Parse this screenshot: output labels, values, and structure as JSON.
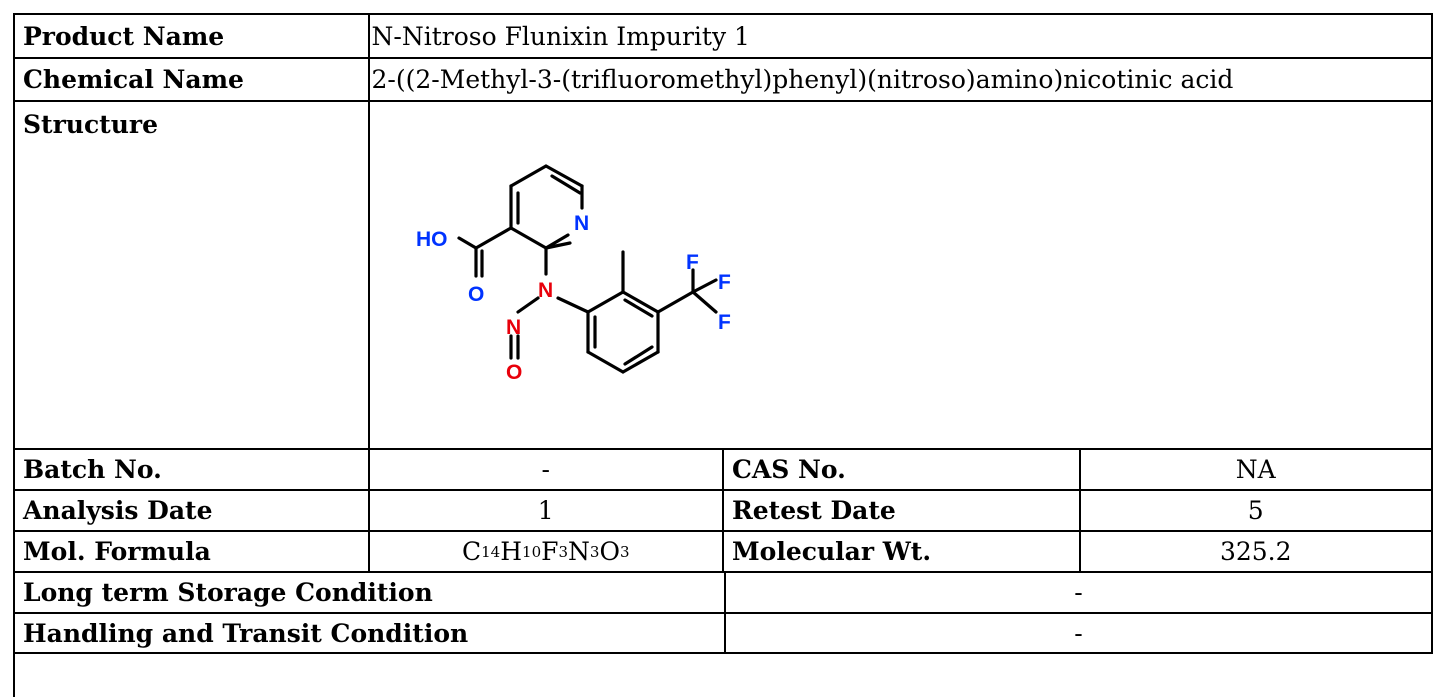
{
  "product_name": {
    "label": "Product Name",
    "value": "N-Nitroso Flunixin Impurity 1"
  },
  "chemical_name": {
    "label": "Chemical Name",
    "value": "2-((2-Methyl-3-(trifluoromethyl)phenyl)(nitroso)amino)nicotinic acid"
  },
  "structure": {
    "label": "Structure",
    "atoms": {
      "ho": "HO",
      "o_acid": "O",
      "n_ring": "N",
      "n_amine": "N",
      "n_nitroso": "N",
      "o_nitroso": "O",
      "f1": "F",
      "f2": "F",
      "f3": "F"
    },
    "colors": {
      "oxygen": "#e8000b",
      "nitrogen_ring": "#0033ff",
      "nitrogen_nitroso": "#e8000b",
      "fluorine": "#0033ff",
      "hydroxyl": "#0033ff",
      "acid_oxygen": "#0033ff"
    }
  },
  "batch": {
    "label": "Batch No.",
    "value": "-"
  },
  "cas": {
    "label": "CAS No.",
    "value": "NA"
  },
  "analysis_date": {
    "label": "Analysis Date",
    "value": "1"
  },
  "retest_date": {
    "label": "Retest Date",
    "value": "5"
  },
  "mol_formula": {
    "label": "Mol. Formula",
    "parts": [
      {
        "el": "C",
        "n": "14"
      },
      {
        "el": "H",
        "n": "10"
      },
      {
        "el": "F",
        "n": "3"
      },
      {
        "el": "N",
        "n": "3"
      },
      {
        "el": "O",
        "n": "3"
      }
    ]
  },
  "mol_weight": {
    "label": "Molecular Wt.",
    "value": "325.2"
  },
  "storage": {
    "label": "Long term Storage Condition",
    "value": "-"
  },
  "handling": {
    "label": "Handling and Transit Condition",
    "value": "-"
  }
}
